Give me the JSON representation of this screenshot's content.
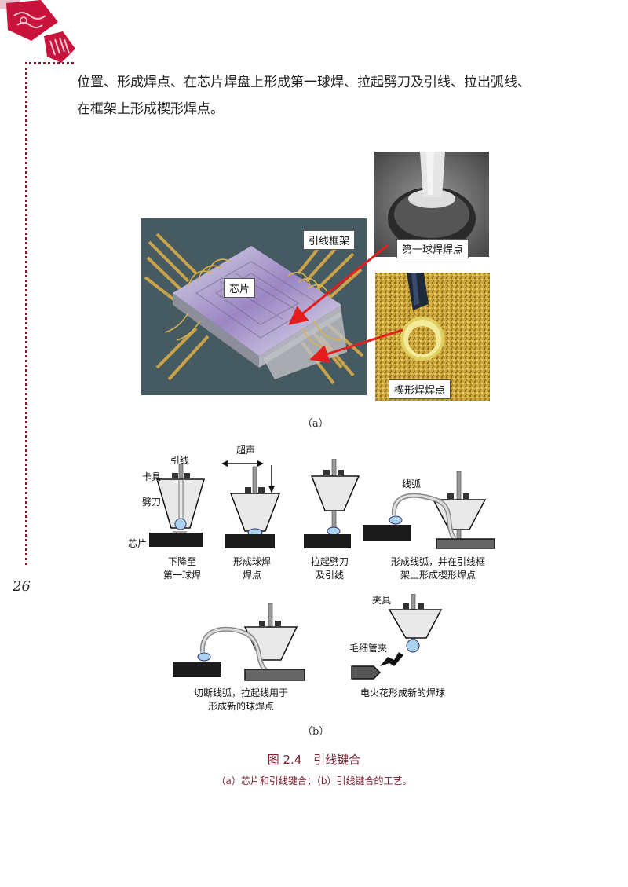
{
  "page": {
    "number": "26"
  },
  "body_text": {
    "line1": "位置、形成焊点、在芯片焊盘上形成第一球焊、拉起劈刀及引线、拉出弧线、",
    "line2": "在框架上形成楔形焊点。"
  },
  "figure_a": {
    "labels": {
      "lead_frame": "引线框架",
      "chip": "芯片",
      "first_ball": "第一球焊焊点",
      "wedge": "楔形焊焊点"
    },
    "sub_label": "（a）"
  },
  "figure_b": {
    "labels": {
      "wire": "引线",
      "clamp": "卡具",
      "capillary": "劈刀",
      "chip": "芯片",
      "ultrasound": "超声",
      "wire_arc": "线弧",
      "fixture": "夹具",
      "capillary_clamp": "毛细管夹"
    },
    "steps": {
      "s1": [
        "下降至",
        "第一球焊"
      ],
      "s2": [
        "形成球焊",
        "焊点"
      ],
      "s3": [
        "拉起劈刀",
        "及引线"
      ],
      "s4": [
        "形成线弧，并在引线框",
        "架上形成楔形焊点"
      ],
      "s5": [
        "切断线弧，拉起线用于",
        "形成新的球焊点"
      ],
      "s6": [
        "电火花形成新的焊球"
      ]
    },
    "sub_label": "（b）"
  },
  "caption": {
    "title": "图 2.4　引线键合",
    "subtitle": "（a）芯片和引线键合；（b）引线键合的工艺。"
  },
  "colors": {
    "accent": "#7a1d2e",
    "corner_pink": "#c8143c",
    "arrow_red": "#e41e1e",
    "chip_dark": "#222222"
  }
}
